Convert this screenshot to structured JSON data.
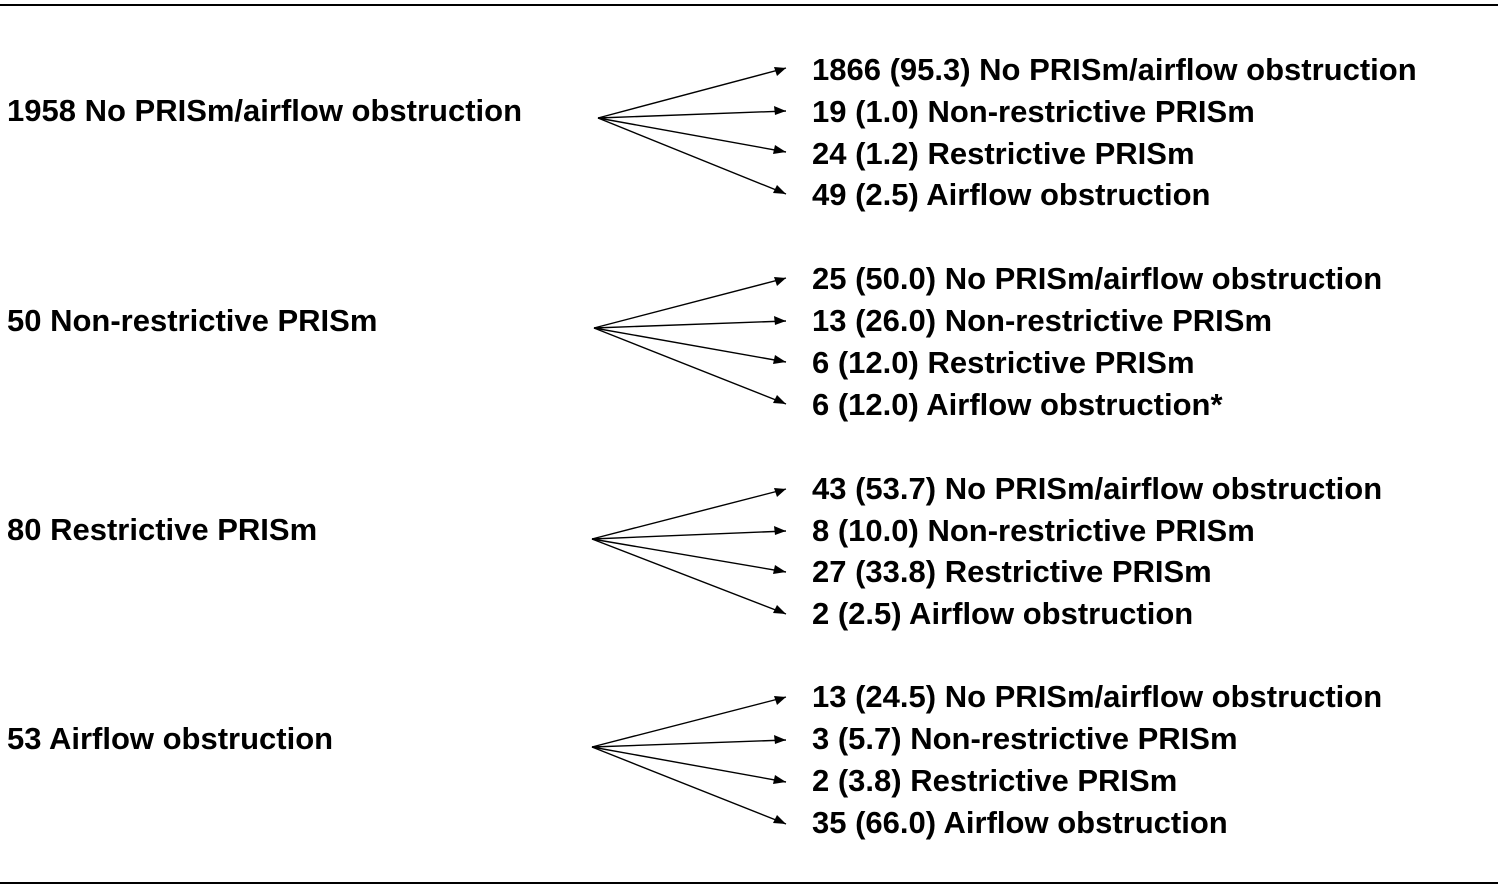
{
  "groups": [
    {
      "source": "1958 No PRISm/airflow obstruction",
      "targets": [
        "1866 (95.3) No PRISm/airflow obstruction",
        "19 (1.0) Non-restrictive PRISm",
        "24 (1.2) Restrictive PRISm",
        "49 (2.5) Airflow obstruction"
      ]
    },
    {
      "source": "50 Non-restrictive PRISm",
      "targets": [
        "25 (50.0) No PRISm/airflow obstruction",
        "13 (26.0) Non-restrictive PRISm",
        "6 (12.0) Restrictive PRISm",
        "6 (12.0) Airflow obstruction*"
      ]
    },
    {
      "source": "80 Restrictive PRISm",
      "targets": [
        "43 (53.7) No PRISm/airflow obstruction",
        "8 (10.0) Non-restrictive PRISm",
        "27 (33.8) Restrictive PRISm",
        "2 (2.5) Airflow obstruction"
      ]
    },
    {
      "source": "53 Airflow obstruction",
      "targets": [
        "13 (24.5) No PRISm/airflow obstruction",
        "3 (5.7) Non-restrictive PRISm",
        "2 (3.8) Restrictive PRISm",
        "35 (66.0) Airflow obstruction"
      ]
    }
  ],
  "colors": {
    "text": "#000000",
    "arrow": "#000000",
    "rule": "#000000",
    "background": "#ffffff"
  }
}
